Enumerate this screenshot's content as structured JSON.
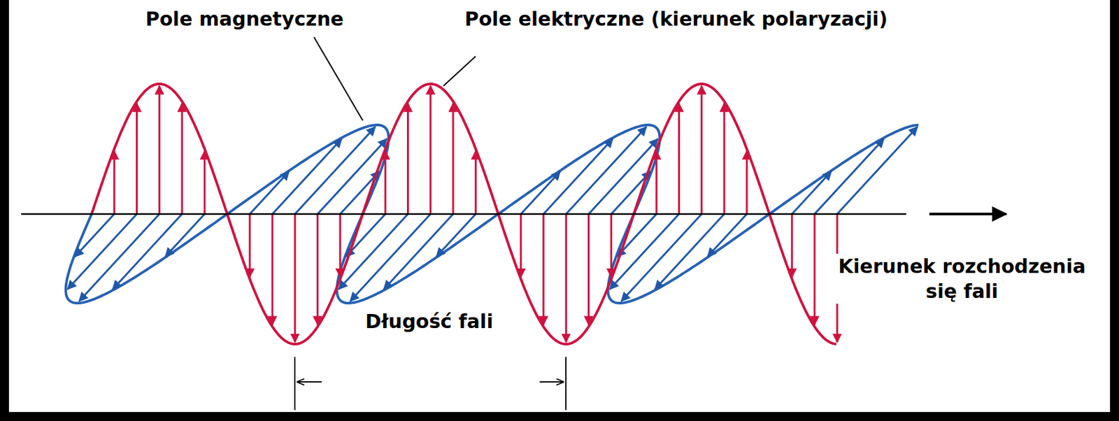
{
  "diagram": {
    "labels": [
      "Pole magnetyczne",
      "Pole elektryczne (kierunek polaryzacji)",
      "Długość fali",
      "Kierunek rozchodzenia się fali"
    ]
  }
}
